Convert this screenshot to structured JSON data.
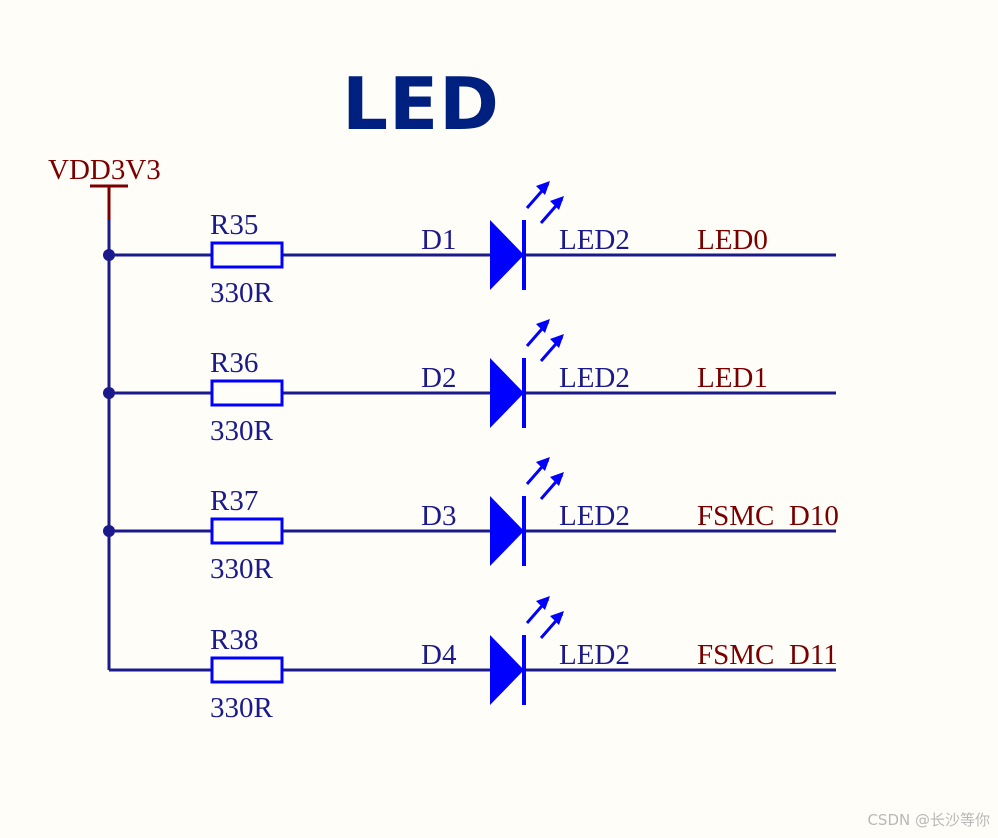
{
  "diagram": {
    "title": "LED",
    "power_rail": {
      "label": "VDD3V3"
    },
    "rows": [
      {
        "resistor": "R35",
        "resistor_value": "330R",
        "diode": "D1",
        "diode_type": "LED2",
        "net": "LED0"
      },
      {
        "resistor": "R36",
        "resistor_value": "330R",
        "diode": "D2",
        "diode_type": "LED2",
        "net": "LED1"
      },
      {
        "resistor": "R37",
        "resistor_value": "330R",
        "diode": "D3",
        "diode_type": "LED2",
        "net": "FSMC_D10"
      },
      {
        "resistor": "R38",
        "resistor_value": "330R",
        "diode": "D4",
        "diode_type": "LED2",
        "net": "FSMC_D11"
      }
    ]
  },
  "colors": {
    "wire": "#1a1a8c",
    "component": "#0000ff",
    "label_blue": "#1a1a8c",
    "label_red": "#7a0000",
    "title": "#002080",
    "background": "#fffdf8"
  },
  "watermark": "CSDN @长沙等你"
}
